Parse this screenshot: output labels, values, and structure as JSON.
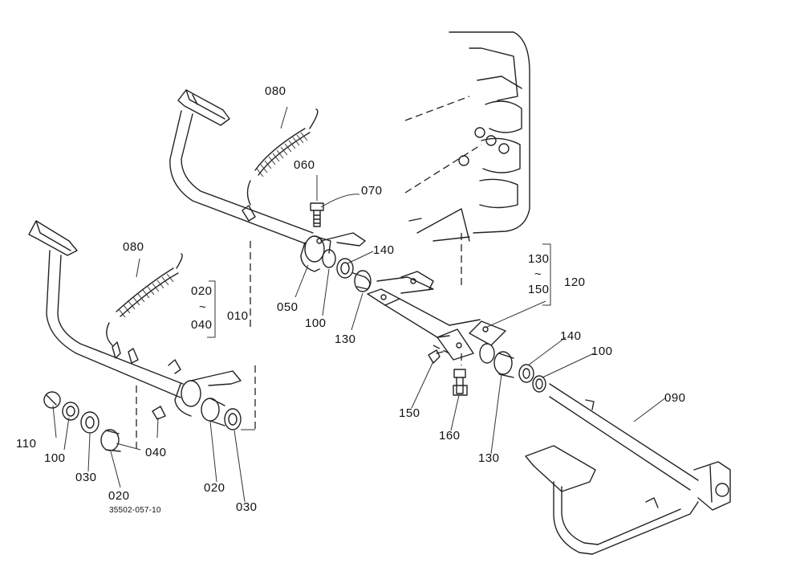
{
  "diagram_code": "35502-057-10",
  "labels": {
    "p080_top": "080",
    "p060": "060",
    "p070": "070",
    "p140_top": "140",
    "p050": "050",
    "p100_mid": "100",
    "p130_mid": "130",
    "p130_grp": "130",
    "p120_tilde": "~",
    "p150_grp": "150",
    "p120": "120",
    "p080_left": "080",
    "p020_grp": "020",
    "p010_tilde": "~",
    "p040_grp": "040",
    "p010": "010",
    "p110": "110",
    "p100_left": "100",
    "p030_left": "030",
    "p020_left": "020",
    "p040_bolt": "040",
    "p020_right": "020",
    "p030_right": "030",
    "p150_bolt": "150",
    "p160": "160",
    "p130_right": "130",
    "p140_right": "140",
    "p100_right": "100",
    "p090": "090"
  }
}
